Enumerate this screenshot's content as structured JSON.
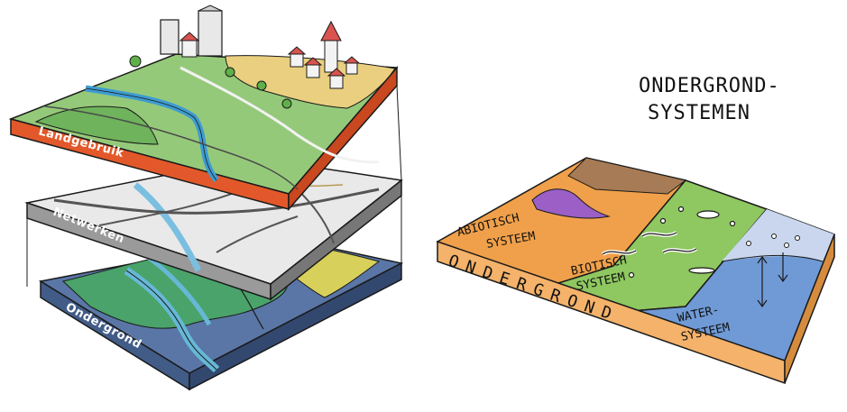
{
  "figure": {
    "left_panel": {
      "layers": [
        {
          "id": "landuse",
          "label": "Landgebruik",
          "edge_color": "#e2582a"
        },
        {
          "id": "networks",
          "label": "Netwerken",
          "edge_color": "#8d8d8d"
        },
        {
          "id": "subsurface",
          "label": "Ondergrond",
          "edge_color": "#5a76a6"
        }
      ]
    },
    "right_panel": {
      "title_line1": "ONDERGROND-",
      "title_line2": "SYSTEMEN",
      "edge_label": "ONDERGROND",
      "zones": {
        "abiotic_line1": "ABIOTISCH",
        "abiotic_line2": "SYSTEEM",
        "biotic_line1": "BIOTISCH",
        "biotic_line2": "SYSTEEM",
        "water_line1": "WATER-",
        "water_line2": "SYSTEEM"
      },
      "colors": {
        "abiotic": "#f0a04a",
        "brown_band": "#a77b55",
        "purple_lens": "#9b5fc6",
        "biotic": "#8fc760",
        "water": "#6f9ad6",
        "water_top": "#c9d6ee",
        "edge": "#f4b26a"
      }
    }
  }
}
